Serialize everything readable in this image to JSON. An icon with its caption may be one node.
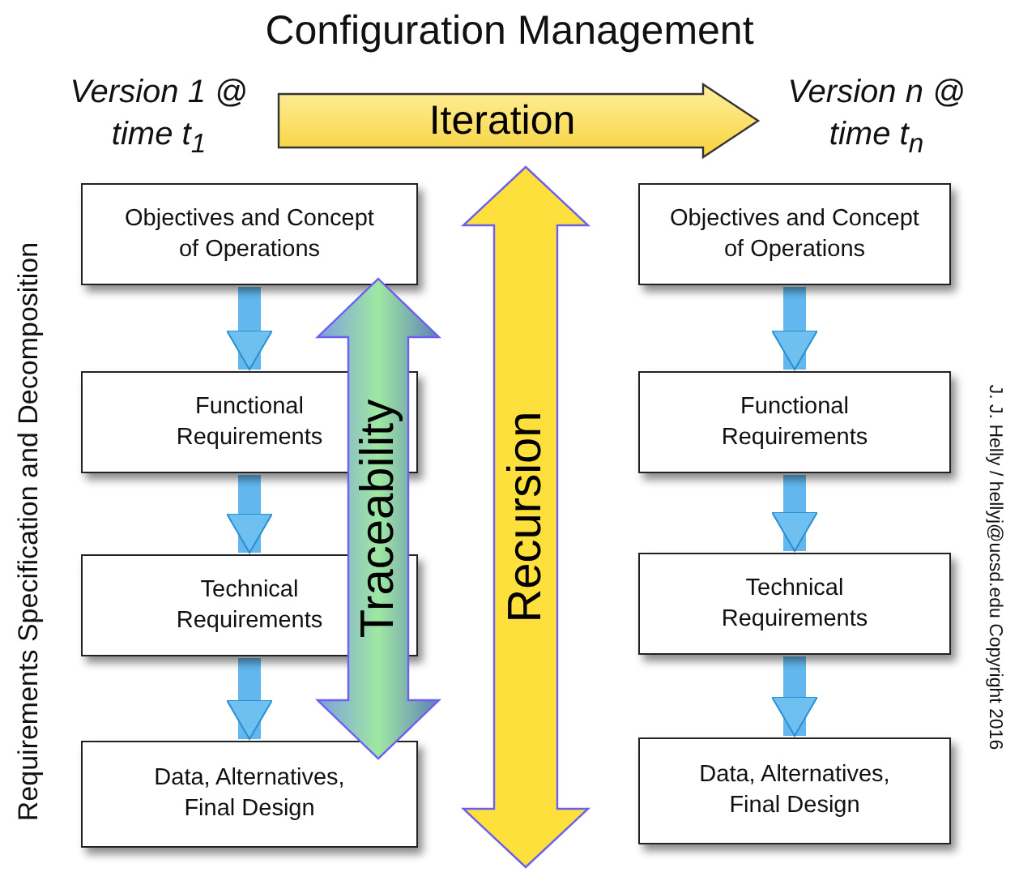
{
  "diagram": {
    "title": "Configuration Management",
    "nodes": [
      {
        "text": [
          "Objectives and Concept of Operations"
        ]
      },
      {
        "text": [
          "Functional Requirements"
        ]
      },
      {
        "text": [
          "Technical Requirements"
        ]
      },
      {
        "text": [
          "Data, Alternatives, Final Design"
        ]
      },
      {
        "text": [
          "Objectives and Concept of Operations"
        ]
      },
      {
        "text": [
          "Functional Requirements"
        ]
      },
      {
        "text": [
          "Technical Requirements"
        ]
      },
      {
        "text": [
          "Data, Alternatives, Final Design"
        ]
      },
      {
        "text": [
          "Iteration"
        ]
      },
      {
        "text": [
          "Traceability"
        ]
      },
      {
        "text": [
          "Recursion"
        ]
      }
    ],
    "edges": [
      {
        "from": 0,
        "to": 1,
        "arrow": "to"
      },
      {
        "from": 1,
        "to": 2,
        "arrow": "to"
      },
      {
        "from": 2,
        "to": 3,
        "arrow": "to"
      },
      {
        "from": 4,
        "to": 5,
        "arrow": "to"
      },
      {
        "from": 5,
        "to": 6,
        "arrow": "to"
      },
      {
        "from": 6,
        "to": 7,
        "arrow": "to"
      }
    ],
    "labels": [
      "Version 1 @ time t$_{1}$",
      "Version n @ time t$_{n}$",
      "Requirements Specification and Decomposition",
      "J. J. Helly / hellyj@ucsd.edu Copyright 2016"
    ]
  }
}
